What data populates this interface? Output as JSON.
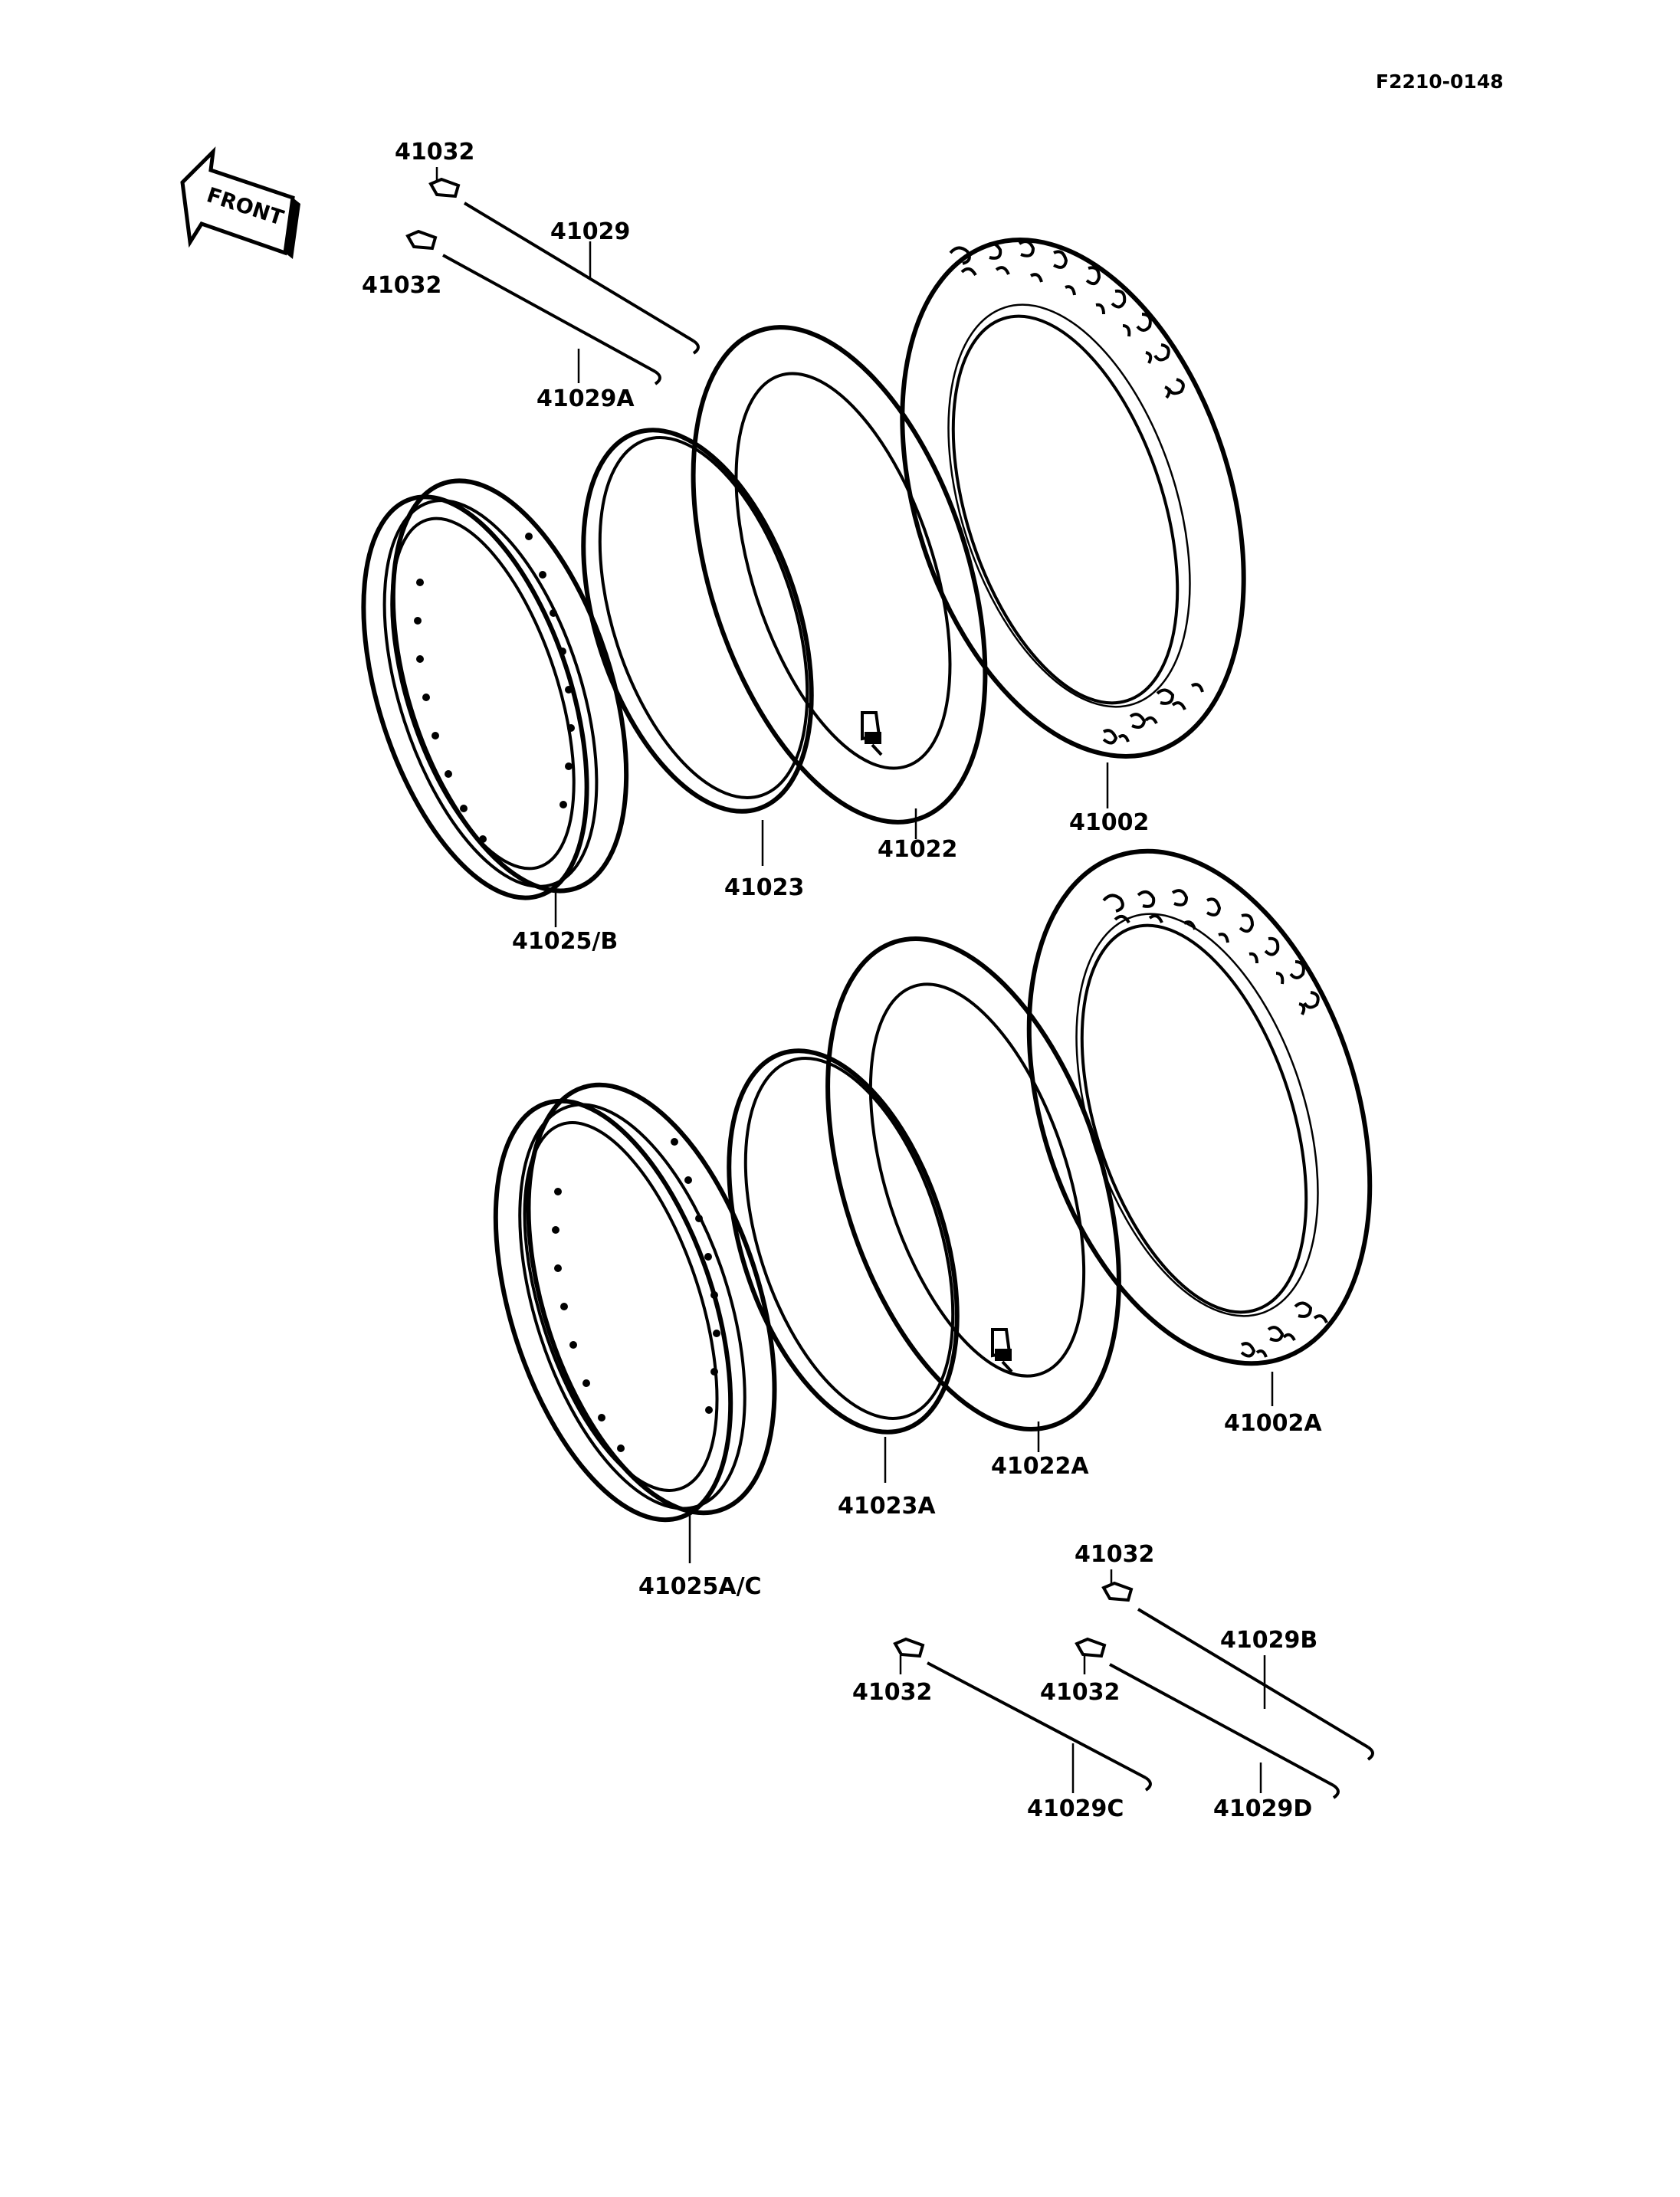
{
  "figure_code": "F2210-0148",
  "front_arrow": {
    "text": "FRONT",
    "icon": "front-direction-arrow-icon"
  },
  "labels": {
    "spoke_top": "41029",
    "spoke_top_alt": "41029A",
    "nipple_top_1": "41032",
    "nipple_top_2": "41032",
    "tire_front": "41002",
    "tube_front": "41022",
    "band_front": "41023",
    "rim_front": "41025/B",
    "tire_rear": "41002A",
    "tube_rear": "41022A",
    "band_rear": "41023A",
    "rim_rear": "41025A/C",
    "nipple_bottom_1": "41032",
    "nipple_bottom_2": "41032",
    "nipple_bottom_3": "41032",
    "spoke_b": "41029B",
    "spoke_c": "41029C",
    "spoke_d": "41029D"
  }
}
